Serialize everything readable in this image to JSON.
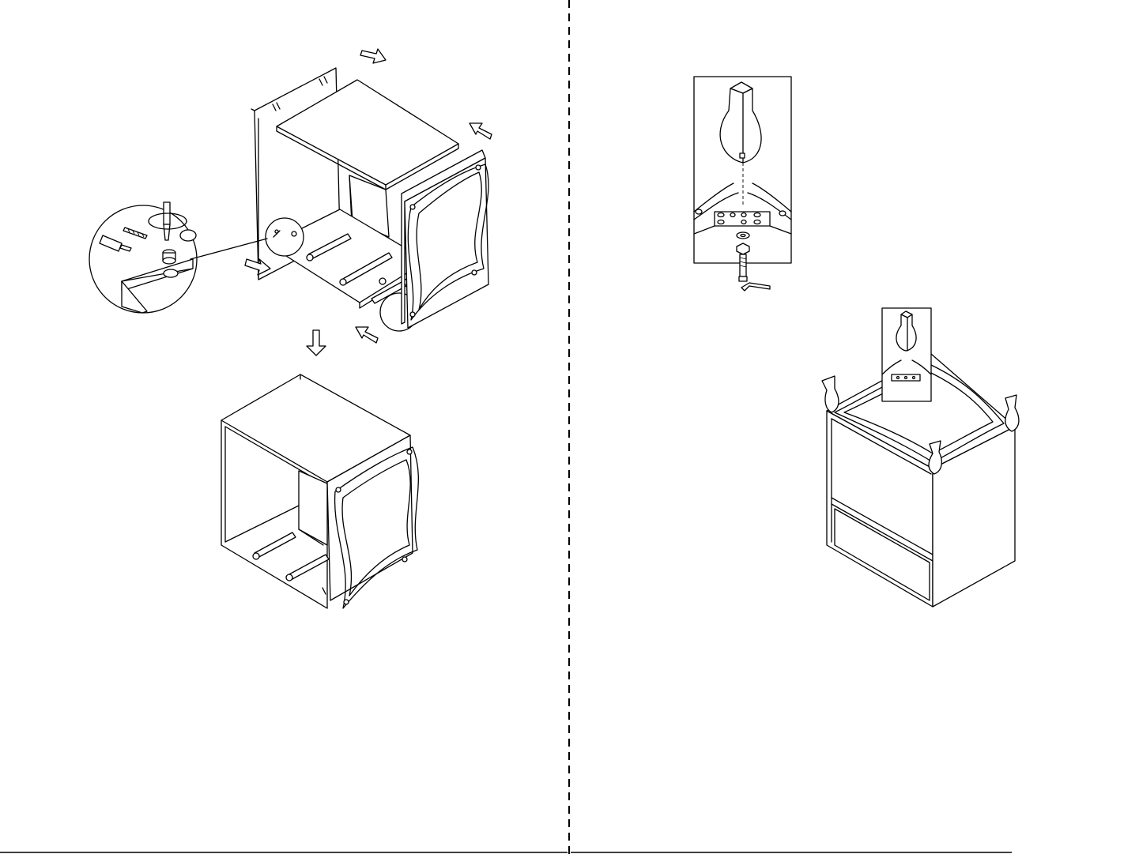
{
  "document": {
    "type": "assembly-instructions",
    "pages": [
      {
        "side": "left",
        "figures": [
          "exploded-carcass-assembly",
          "cam-lock-detail-callout",
          "assembled-carcass"
        ]
      },
      {
        "side": "right",
        "figures": [
          "leg-attachment-detail",
          "inverted-cabinet-with-legs",
          "leg-detail-callout"
        ]
      }
    ],
    "divider": "dashed-center-fold",
    "colors": {
      "ink": "#000000",
      "paper": "#ffffff"
    }
  }
}
